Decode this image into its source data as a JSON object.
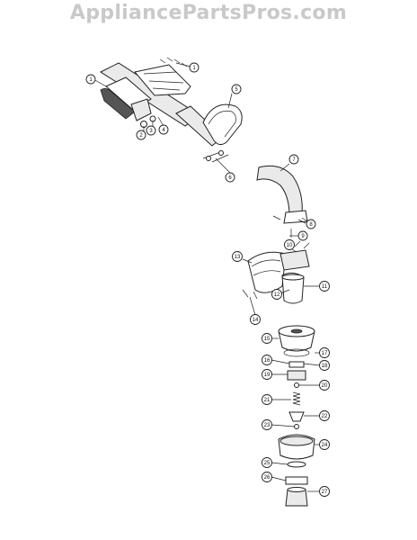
{
  "watermark": "AppliancePartsPros.com",
  "callouts": [
    "1",
    "2",
    "3",
    "4",
    "5",
    "6",
    "7",
    "8",
    "9",
    "10",
    "11",
    "12",
    "13",
    "14",
    "15",
    "16",
    "17",
    "18",
    "19",
    "20",
    "21",
    "22",
    "23",
    "24",
    "25",
    "26",
    "27"
  ]
}
